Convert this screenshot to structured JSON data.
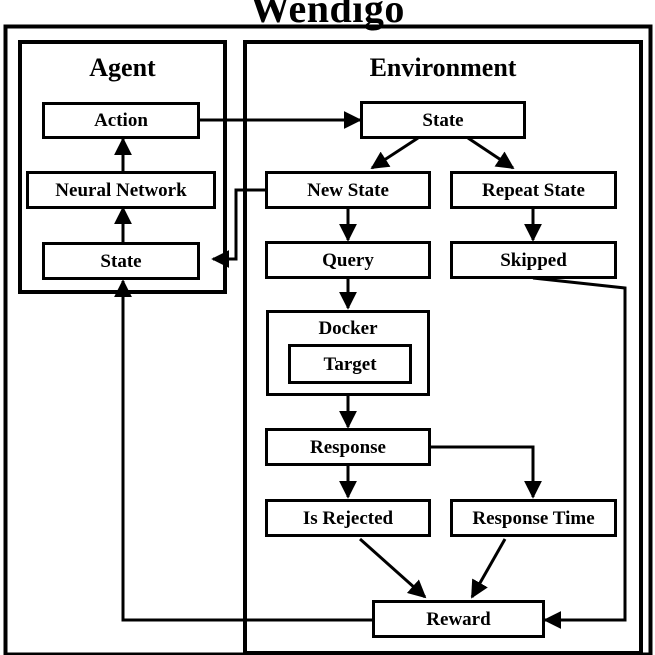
{
  "title": "Wendigo",
  "panels": [
    {
      "id": "agent",
      "label": "Agent"
    },
    {
      "id": "environment",
      "label": "Environment"
    }
  ],
  "nodes": [
    {
      "id": "agent-action",
      "label": "Action",
      "panel": "agent"
    },
    {
      "id": "agent-neural-network",
      "label": "Neural Network",
      "panel": "agent"
    },
    {
      "id": "agent-state",
      "label": "State",
      "panel": "agent"
    },
    {
      "id": "env-state",
      "label": "State",
      "panel": "environment"
    },
    {
      "id": "env-new-state",
      "label": "New State",
      "panel": "environment"
    },
    {
      "id": "env-repeat-state",
      "label": "Repeat State",
      "panel": "environment"
    },
    {
      "id": "env-query",
      "label": "Query",
      "panel": "environment"
    },
    {
      "id": "env-skipped",
      "label": "Skipped",
      "panel": "environment"
    },
    {
      "id": "env-docker",
      "label": "Docker",
      "panel": "environment"
    },
    {
      "id": "env-target",
      "label": "Target",
      "panel": "environment"
    },
    {
      "id": "env-response",
      "label": "Response",
      "panel": "environment"
    },
    {
      "id": "env-is-rejected",
      "label": "Is Rejected",
      "panel": "environment"
    },
    {
      "id": "env-response-time",
      "label": "Response Time",
      "panel": "environment"
    },
    {
      "id": "env-reward",
      "label": "Reward",
      "panel": "environment"
    }
  ],
  "edges": [
    {
      "from": "agent-state",
      "to": "agent-neural-network"
    },
    {
      "from": "agent-neural-network",
      "to": "agent-action"
    },
    {
      "from": "agent-action",
      "to": "env-state"
    },
    {
      "from": "env-state",
      "to": "env-new-state"
    },
    {
      "from": "env-state",
      "to": "env-repeat-state"
    },
    {
      "from": "env-new-state",
      "to": "env-query"
    },
    {
      "from": "env-new-state",
      "to": "agent-state"
    },
    {
      "from": "env-repeat-state",
      "to": "env-skipped"
    },
    {
      "from": "env-query",
      "to": "env-docker"
    },
    {
      "from": "env-docker",
      "to": "env-response"
    },
    {
      "from": "env-response",
      "to": "env-is-rejected"
    },
    {
      "from": "env-response",
      "to": "env-response-time"
    },
    {
      "from": "env-is-rejected",
      "to": "env-reward"
    },
    {
      "from": "env-response-time",
      "to": "env-reward"
    },
    {
      "from": "env-skipped",
      "to": "env-reward"
    },
    {
      "from": "env-reward",
      "to": "agent-state"
    }
  ],
  "colors": {
    "stroke": "#000000",
    "fill": "#ffffff",
    "text": "#000000"
  }
}
